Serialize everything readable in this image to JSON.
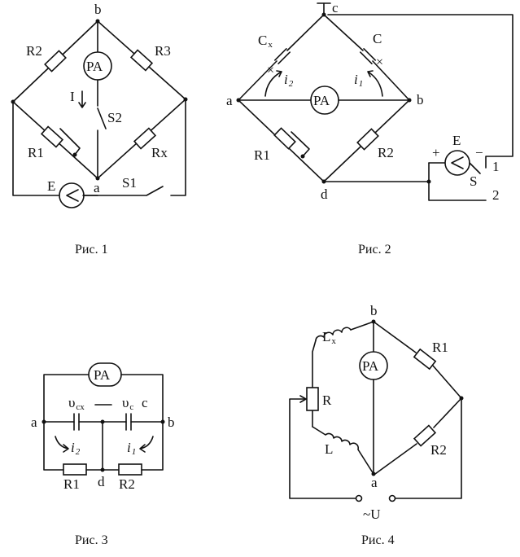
{
  "figures": [
    {
      "caption": "Рис. 1",
      "labels": {
        "node_b": "b",
        "node_a": "a",
        "r2": "R2",
        "r3": "R3",
        "r1": "R1",
        "rx": "Rx",
        "meter": "PA",
        "current": "I",
        "s2": "S2",
        "s1": "S1",
        "source": "E"
      }
    },
    {
      "caption": "Рис. 2",
      "labels": {
        "node_c": "c",
        "node_a": "a",
        "node_b": "b",
        "node_d": "d",
        "cx_main": "C",
        "cx_sub": "x",
        "c": "C",
        "meter": "PA",
        "i2_main": "i",
        "i2_sub": "2",
        "i1_main": "i",
        "i1_sub": "1",
        "r1": "R1",
        "r2": "R2",
        "source": "E",
        "plus": "+",
        "minus": "−",
        "switch": "S",
        "pos1": "1",
        "pos2": "2"
      }
    },
    {
      "caption": "Рис. 3",
      "labels": {
        "meter": "PA",
        "node_a": "a",
        "node_b": "b",
        "node_c": "c",
        "node_d": "d",
        "ucx_main": "υ",
        "ucx_sub": "cx",
        "uc_main": "υ",
        "uc_sub": "c",
        "i2_main": "i",
        "i2_sub": "2",
        "i1_main": "i",
        "i1_sub": "1",
        "r1": "R1",
        "r2": "R2"
      }
    },
    {
      "caption": "Рис. 4",
      "labels": {
        "node_b": "b",
        "node_a": "a",
        "lx_main": "L",
        "lx_sub": "x",
        "r": "R",
        "l": "L",
        "r1": "R1",
        "r2": "R2",
        "meter": "PA",
        "source": "~U"
      }
    }
  ]
}
